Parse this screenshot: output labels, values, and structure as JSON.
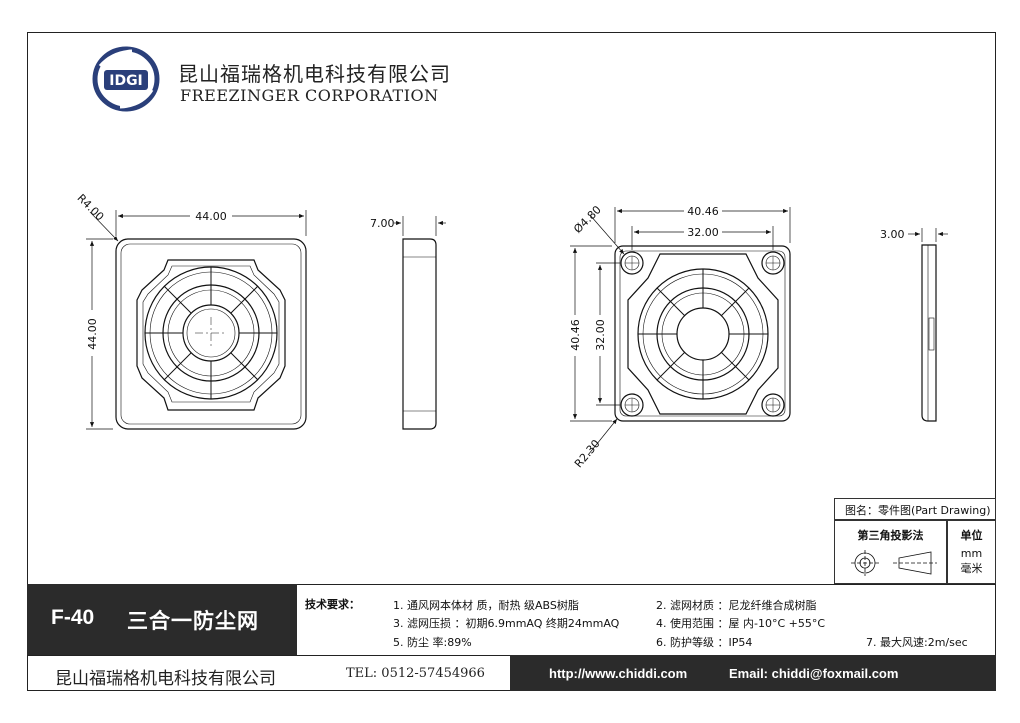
{
  "company": {
    "name_cn": "昆山福瑞格机电科技有限公司",
    "name_en": "FREEZINGER CORPORATION",
    "logo_text": "IDGI"
  },
  "dimensions": {
    "front_radius": "R4.00",
    "front_width": "44.00",
    "front_height": "44.00",
    "side_thickness": "7.00",
    "hole_dia": "Ø4.80",
    "back_width": "40.46",
    "back_hole_spacing_x": "32.00",
    "back_height": "40.46",
    "back_hole_spacing_y": "32.00",
    "back_radius": "R2.30",
    "side2_thickness": "3.00"
  },
  "title_block": {
    "drawing_name": "图名：零件图(Part Drawing)",
    "projection": "第三角投影法",
    "unit_label": "单位",
    "unit_value_en": "mm",
    "unit_value_cn": "毫米"
  },
  "product": {
    "code": "F-40",
    "name": "三合一防尘网"
  },
  "requirements": {
    "label": "技术要求：",
    "items": [
      "1. 通风网本体材  质，耐热  级ABS树脂",
      "2. 滤网材质 ：尼龙纤维合成树脂",
      "3. 滤网压损 ：初期6.9mmAQ  终期24mmAQ",
      "4. 使用范围 ：屋  内-10°C +55°C",
      "5. 防尘  率:89%",
      "6. 防护等级 ：IP54",
      "7. 最大风速:2m/sec"
    ]
  },
  "footer": {
    "company": "昆山福瑞格机电科技有限公司",
    "tel": "TEL: 0512-57454966",
    "website": "http://www.chiddi.com",
    "email": "Email: chiddi@foxmail.com"
  }
}
